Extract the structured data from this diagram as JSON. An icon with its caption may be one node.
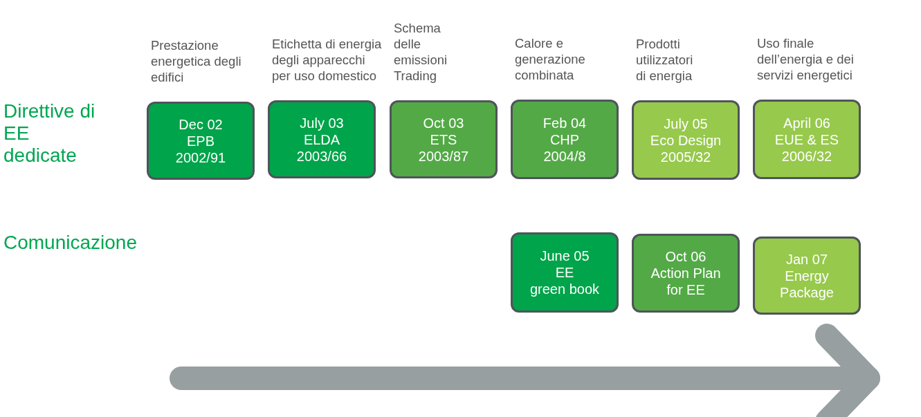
{
  "diagram": {
    "nodes": [
      {
        "text": [
          "Prestazione energetica degli edifici",
          "Dec 02",
          "EPB",
          "2002/91"
        ]
      },
      {
        "text": [
          "Etichetta di energia degli apparecchi per uso domestico",
          "July 03",
          "ELDA",
          "2003/66"
        ]
      },
      {
        "text": [
          "Schema delle emissioni Trading",
          "Oct 03",
          "ETS",
          "2003/87"
        ]
      },
      {
        "text": [
          "Calore e generazione combinata",
          "Feb 04",
          "CHP",
          "2004/8"
        ]
      },
      {
        "text": [
          "Prodotti utilizzatori di energia",
          "July 05",
          "Eco Design",
          "2005/32"
        ]
      },
      {
        "text": [
          "Uso finale dell’energia e dei servizi energetici",
          "April 06",
          "EUE & ES",
          "2006/32"
        ]
      },
      {
        "text": [
          "June 05",
          "EE",
          "green book"
        ]
      },
      {
        "text": [
          "Oct 06",
          "Action Plan",
          "for EE"
        ]
      },
      {
        "text": [
          "Jan 07",
          "Energy",
          "Package"
        ]
      }
    ],
    "labels": [
      "Direttive di EE dedicate",
      "Comunicazione"
    ]
  }
}
